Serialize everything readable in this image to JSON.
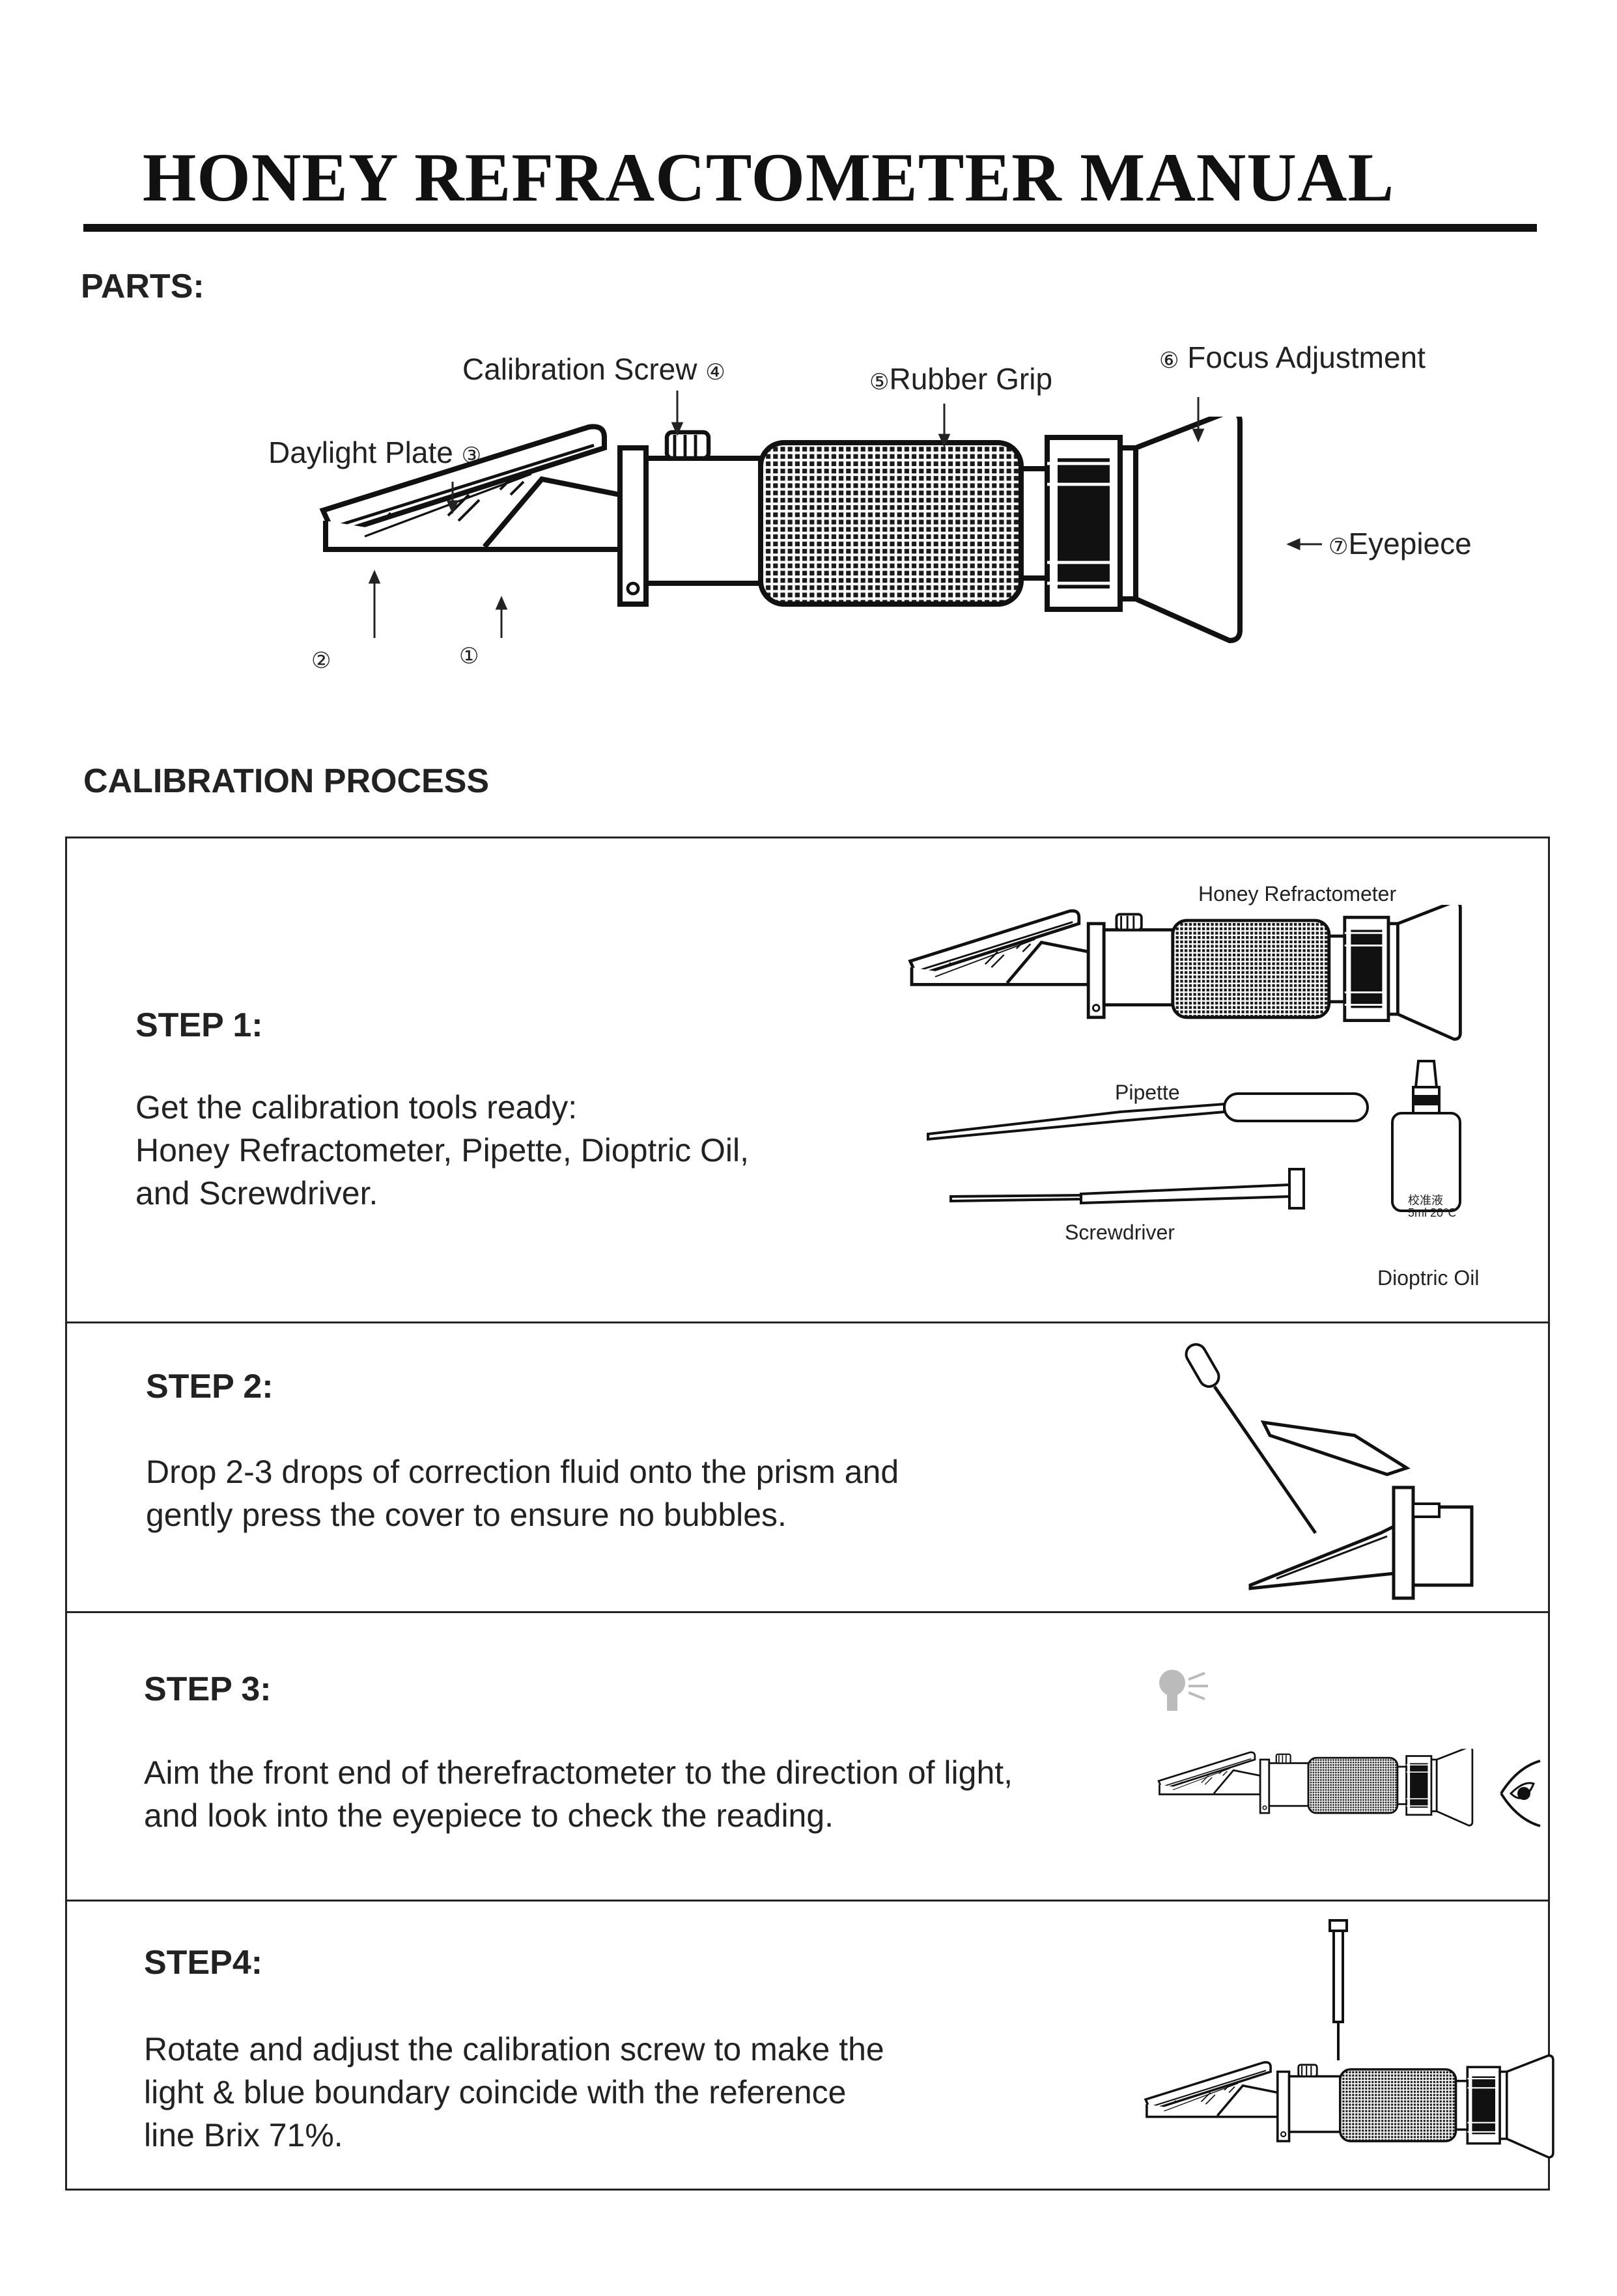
{
  "title": "HONEY REFRACTOMETER MANUAL",
  "parts_heading": "PARTS:",
  "parts": {
    "calibration_screw": "Calibration Screw",
    "calibration_screw_num": "④",
    "rubber_grip_num": "⑤",
    "rubber_grip": "Rubber Grip",
    "focus_num": "⑥",
    "focus_adjustment": "Focus Adjustment",
    "daylight_plate": "Daylight Plate",
    "daylight_plate_num": "③",
    "eyepiece_num": "⑦",
    "eyepiece": "Eyepiece",
    "num_1": "①",
    "num_2": "②"
  },
  "calibration_heading": "CALIBRATION PROCESS",
  "steps": [
    {
      "title": "STEP 1:",
      "lines": [
        "Get the calibration tools ready:",
        "Honey Refractometer, Pipette, Dioptric Oil,",
        "and Screwdriver."
      ],
      "labels": {
        "refractometer": "Honey Refractometer",
        "pipette": "Pipette",
        "screwdriver": "Screwdriver",
        "oil": "Dioptric Oil",
        "bottle_line1": "校准液",
        "bottle_line2": "5ml  20℃"
      }
    },
    {
      "title": "STEP 2:",
      "lines": [
        "Drop 2-3 drops of correction fluid onto the prism and",
        "gently press the cover to ensure no bubbles."
      ]
    },
    {
      "title": "STEP 3:",
      "lines": [
        "Aim the front end of therefractometer to the direction of light,",
        "and look into the eyepiece to check the reading."
      ]
    },
    {
      "title": "STEP4:",
      "lines": [
        "Rotate and adjust the calibration screw to make the",
        "light & blue boundary coincide with the reference",
        "line Brix 71%."
      ]
    }
  ]
}
